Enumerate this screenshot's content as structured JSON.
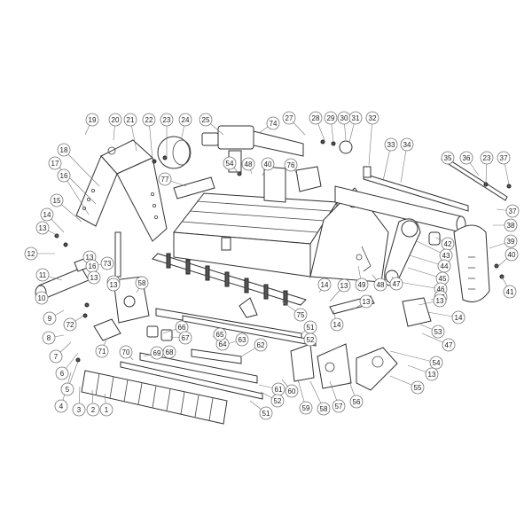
{
  "callouts": [
    {
      "label": "1"
    },
    {
      "label": "2"
    },
    {
      "label": "3"
    },
    {
      "label": "4"
    },
    {
      "label": "5"
    },
    {
      "label": "6"
    },
    {
      "label": "7"
    },
    {
      "label": "8"
    },
    {
      "label": "9"
    },
    {
      "label": "10"
    },
    {
      "label": "11"
    },
    {
      "label": "12"
    },
    {
      "label": "13"
    },
    {
      "label": "14"
    },
    {
      "label": "15"
    },
    {
      "label": "16"
    },
    {
      "label": "17"
    },
    {
      "label": "18"
    },
    {
      "label": "19"
    },
    {
      "label": "20"
    },
    {
      "label": "21"
    },
    {
      "label": "22"
    },
    {
      "label": "23"
    },
    {
      "label": "24"
    },
    {
      "label": "25"
    },
    {
      "label": "27"
    },
    {
      "label": "28"
    },
    {
      "label": "29"
    },
    {
      "label": "30"
    },
    {
      "label": "31"
    },
    {
      "label": "32"
    },
    {
      "label": "33"
    },
    {
      "label": "34"
    },
    {
      "label": "35"
    },
    {
      "label": "36"
    },
    {
      "label": "23"
    },
    {
      "label": "37"
    },
    {
      "label": "37"
    },
    {
      "label": "38"
    },
    {
      "label": "39"
    },
    {
      "label": "40"
    },
    {
      "label": "41"
    },
    {
      "label": "42"
    },
    {
      "label": "43"
    },
    {
      "label": "44"
    },
    {
      "label": "45"
    },
    {
      "label": "46"
    },
    {
      "label": "47"
    },
    {
      "label": "47"
    },
    {
      "label": "47"
    },
    {
      "label": "48"
    },
    {
      "label": "49"
    },
    {
      "label": "14"
    },
    {
      "label": "13"
    },
    {
      "label": "13"
    },
    {
      "label": "14"
    },
    {
      "label": "13"
    },
    {
      "label": "14"
    },
    {
      "label": "53"
    },
    {
      "label": "54"
    },
    {
      "label": "13"
    },
    {
      "label": "55"
    },
    {
      "label": "56"
    },
    {
      "label": "57"
    },
    {
      "label": "58"
    },
    {
      "label": "59"
    },
    {
      "label": "60"
    },
    {
      "label": "61"
    },
    {
      "label": "51"
    },
    {
      "label": "52"
    },
    {
      "label": "51"
    },
    {
      "label": "52"
    },
    {
      "label": "62"
    },
    {
      "label": "63"
    },
    {
      "label": "64"
    },
    {
      "label": "65"
    },
    {
      "label": "66"
    },
    {
      "label": "67"
    },
    {
      "label": "68"
    },
    {
      "label": "69"
    },
    {
      "label": "70"
    },
    {
      "label": "71"
    },
    {
      "label": "58"
    },
    {
      "label": "57"
    },
    {
      "label": "73"
    },
    {
      "label": "72"
    },
    {
      "label": "13"
    },
    {
      "label": "74"
    },
    {
      "label": "75"
    },
    {
      "label": "76"
    },
    {
      "label": "77"
    },
    {
      "label": "54"
    },
    {
      "label": "48"
    },
    {
      "label": "40"
    },
    {
      "label": "13"
    },
    {
      "label": "16"
    },
    {
      "label": "13"
    }
  ]
}
